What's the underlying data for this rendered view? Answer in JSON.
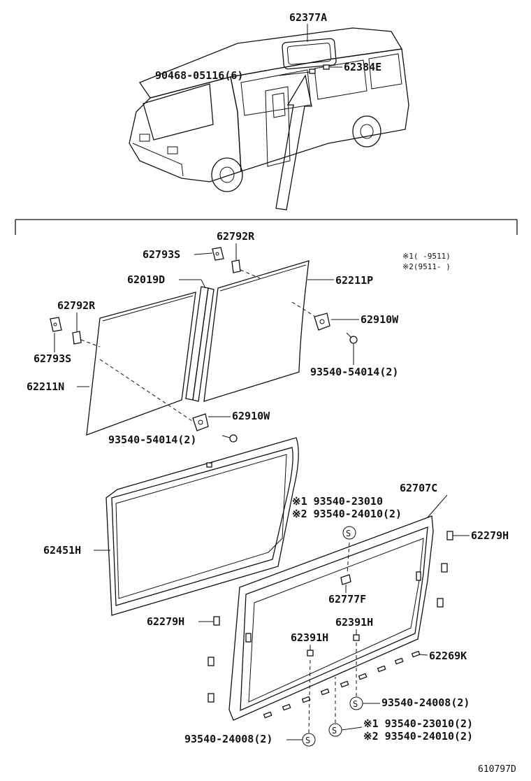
{
  "labels": {
    "p62377A": "62377A",
    "p62384E": "62384E",
    "p90468": "90468-05116(6)",
    "p62792R_top": "62792R",
    "p62793S_top": "62793S",
    "p62019D": "62019D",
    "p62211P": "62211P",
    "p62792R_left": "62792R",
    "p62793S_left": "62793S",
    "p62910W_right": "62910W",
    "p93540_54014_right": "93540-54014(2)",
    "p62211N": "62211N",
    "p62910W_bottom": "62910W",
    "p93540_54014_bottom": "93540-54014(2)",
    "p62707C": "62707C",
    "p93540_23010_top": "※1 93540-23010",
    "p93540_24010_top": "※2 93540-24010(2)",
    "p62279H_right": "62279H",
    "p62451H": "62451H",
    "p62777F": "62777F",
    "p62279H_left": "62279H",
    "p62391H_right": "62391H",
    "p62391H_left": "62391H",
    "p62269K": "62269K",
    "p93540_24008_right": "93540-24008(2)",
    "p93540_23010_bottom": "※1 93540-23010(2)",
    "p93540_24010_bottom": "※2 93540-24010(2)",
    "p93540_24008_left": "93540-24008(2)"
  },
  "legend": {
    "line1": "※1(      -9511)",
    "line2": "※2(9511-      )"
  },
  "diagram_code": "610797D",
  "s_marker": "S"
}
